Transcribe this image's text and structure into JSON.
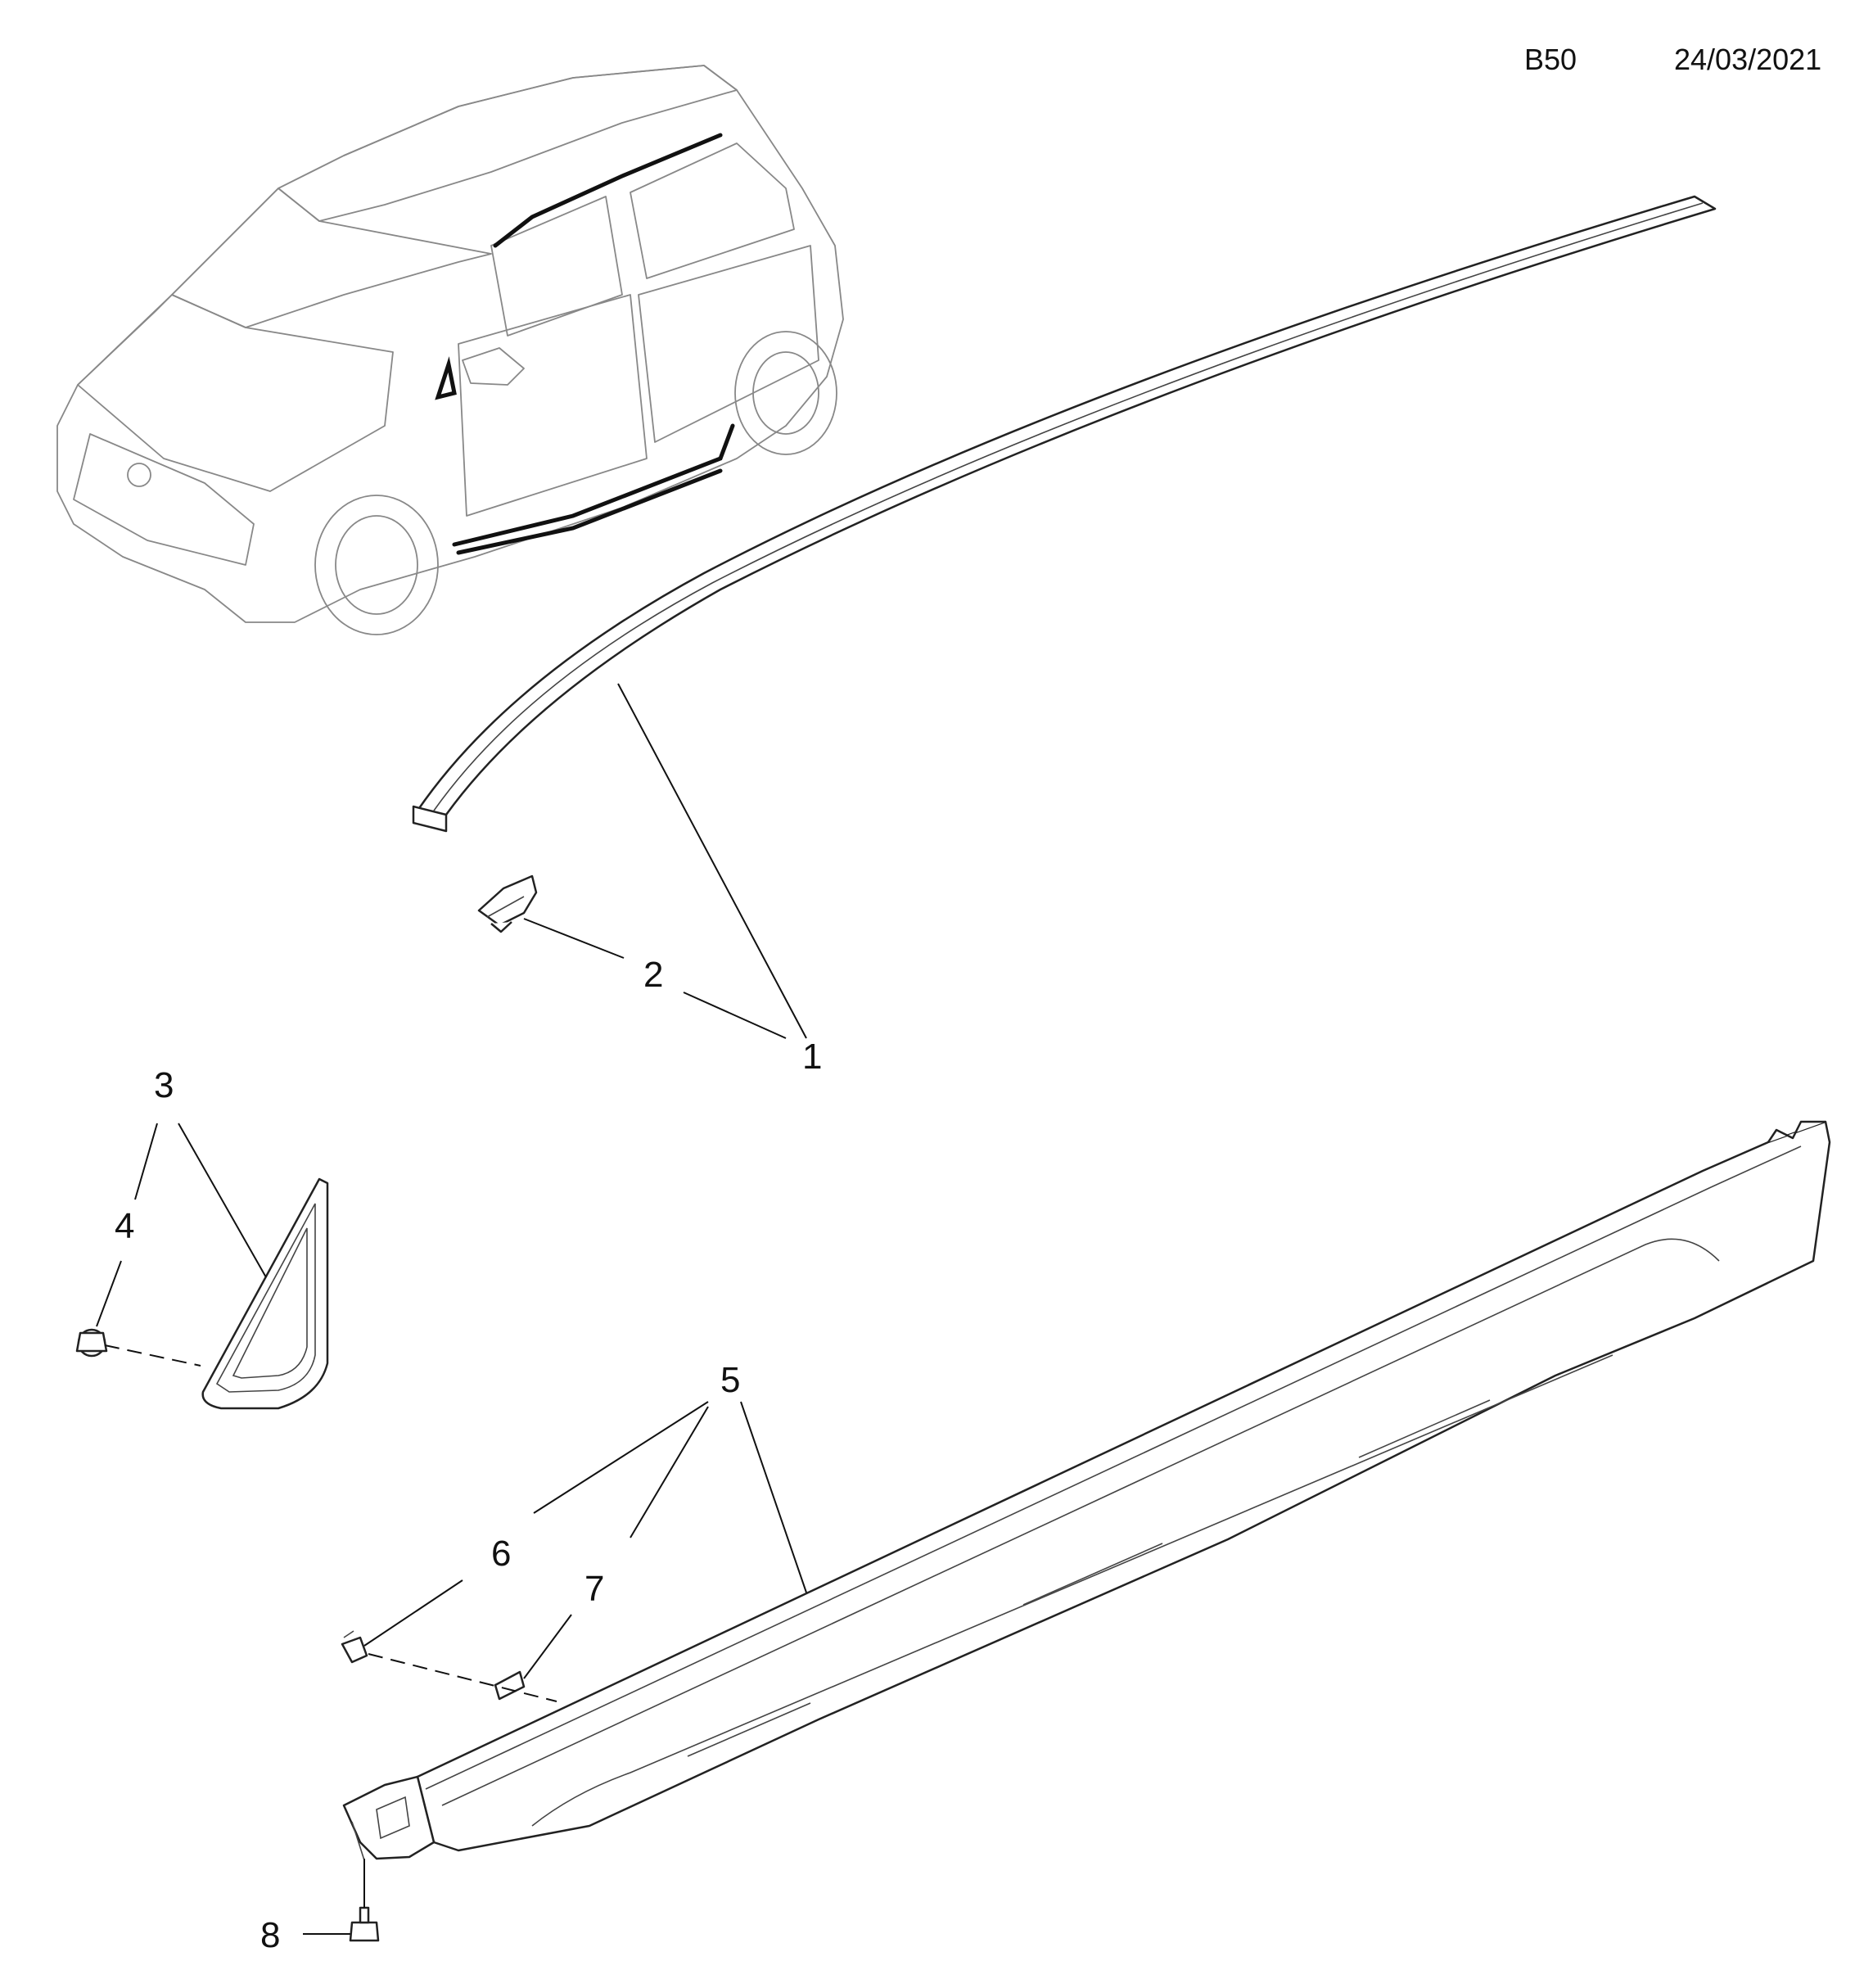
{
  "header": {
    "code": "B50",
    "date": "24/03/2021"
  },
  "callouts": [
    "1",
    "2",
    "3",
    "4",
    "5",
    "6",
    "7",
    "8"
  ]
}
